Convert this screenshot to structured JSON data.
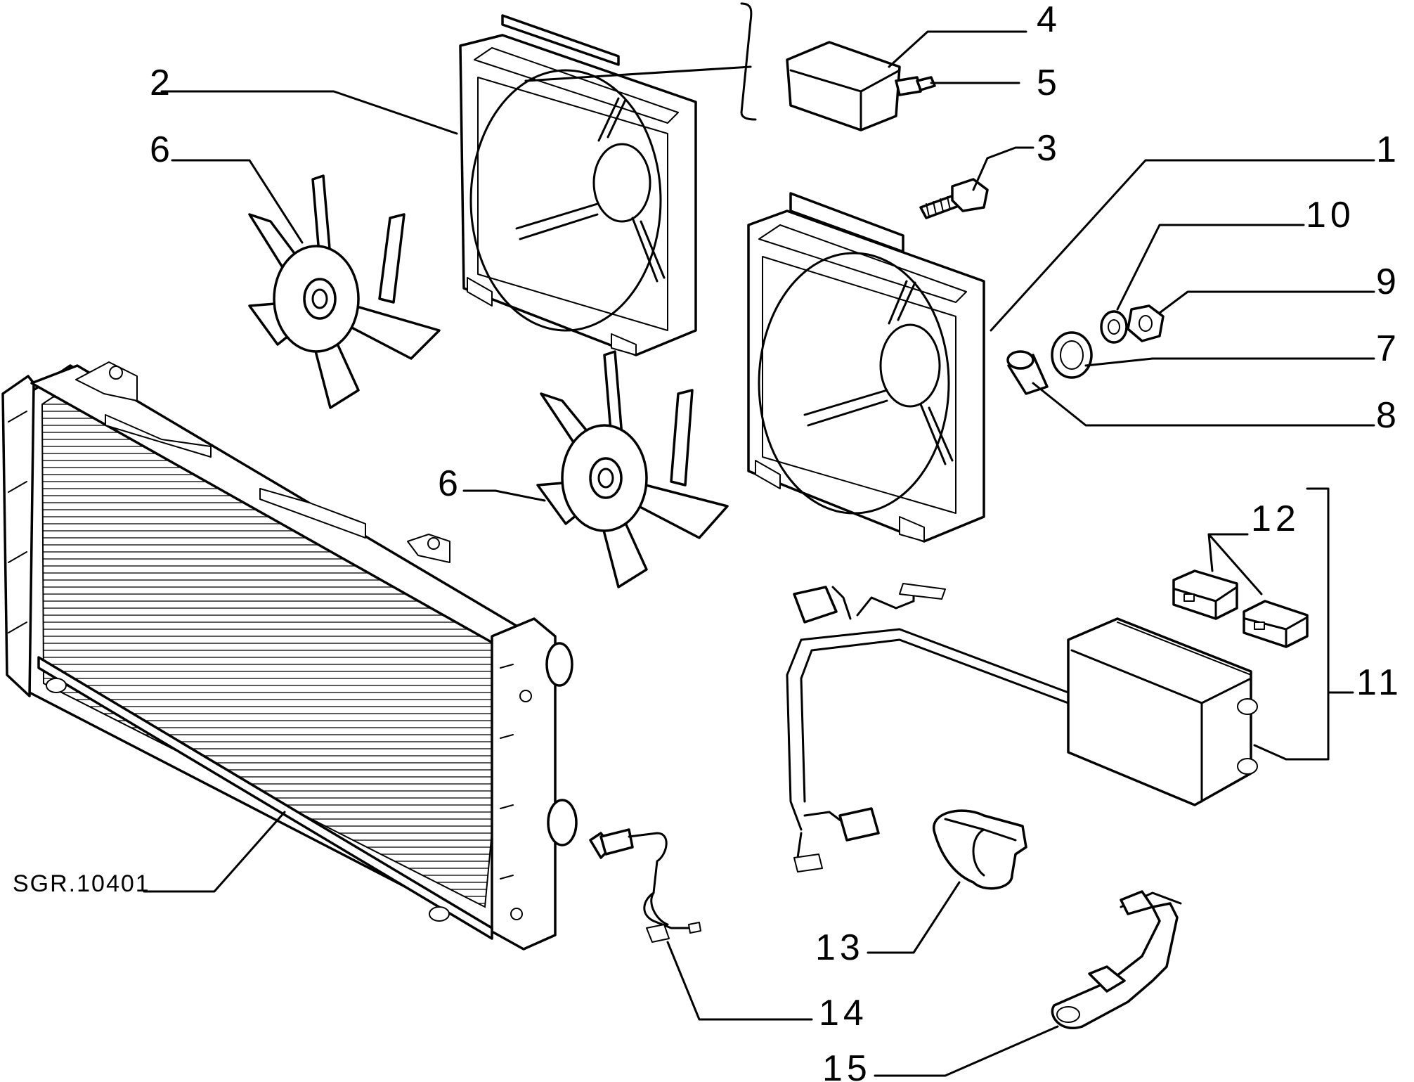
{
  "drawing_ref": "SGR.10401",
  "callouts": [
    {
      "id": "c1",
      "label": "1"
    },
    {
      "id": "c2",
      "label": "2"
    },
    {
      "id": "c3",
      "label": "3"
    },
    {
      "id": "c4",
      "label": "4"
    },
    {
      "id": "c5",
      "label": "5"
    },
    {
      "id": "c6a",
      "label": "6"
    },
    {
      "id": "c6b",
      "label": "6"
    },
    {
      "id": "c7",
      "label": "7"
    },
    {
      "id": "c8",
      "label": "8"
    },
    {
      "id": "c9",
      "label": "9"
    },
    {
      "id": "c10",
      "label": "10"
    },
    {
      "id": "c11",
      "label": "11"
    },
    {
      "id": "c12",
      "label": "12"
    },
    {
      "id": "c13",
      "label": "13"
    },
    {
      "id": "c14",
      "label": "14"
    },
    {
      "id": "c15",
      "label": "15"
    }
  ]
}
